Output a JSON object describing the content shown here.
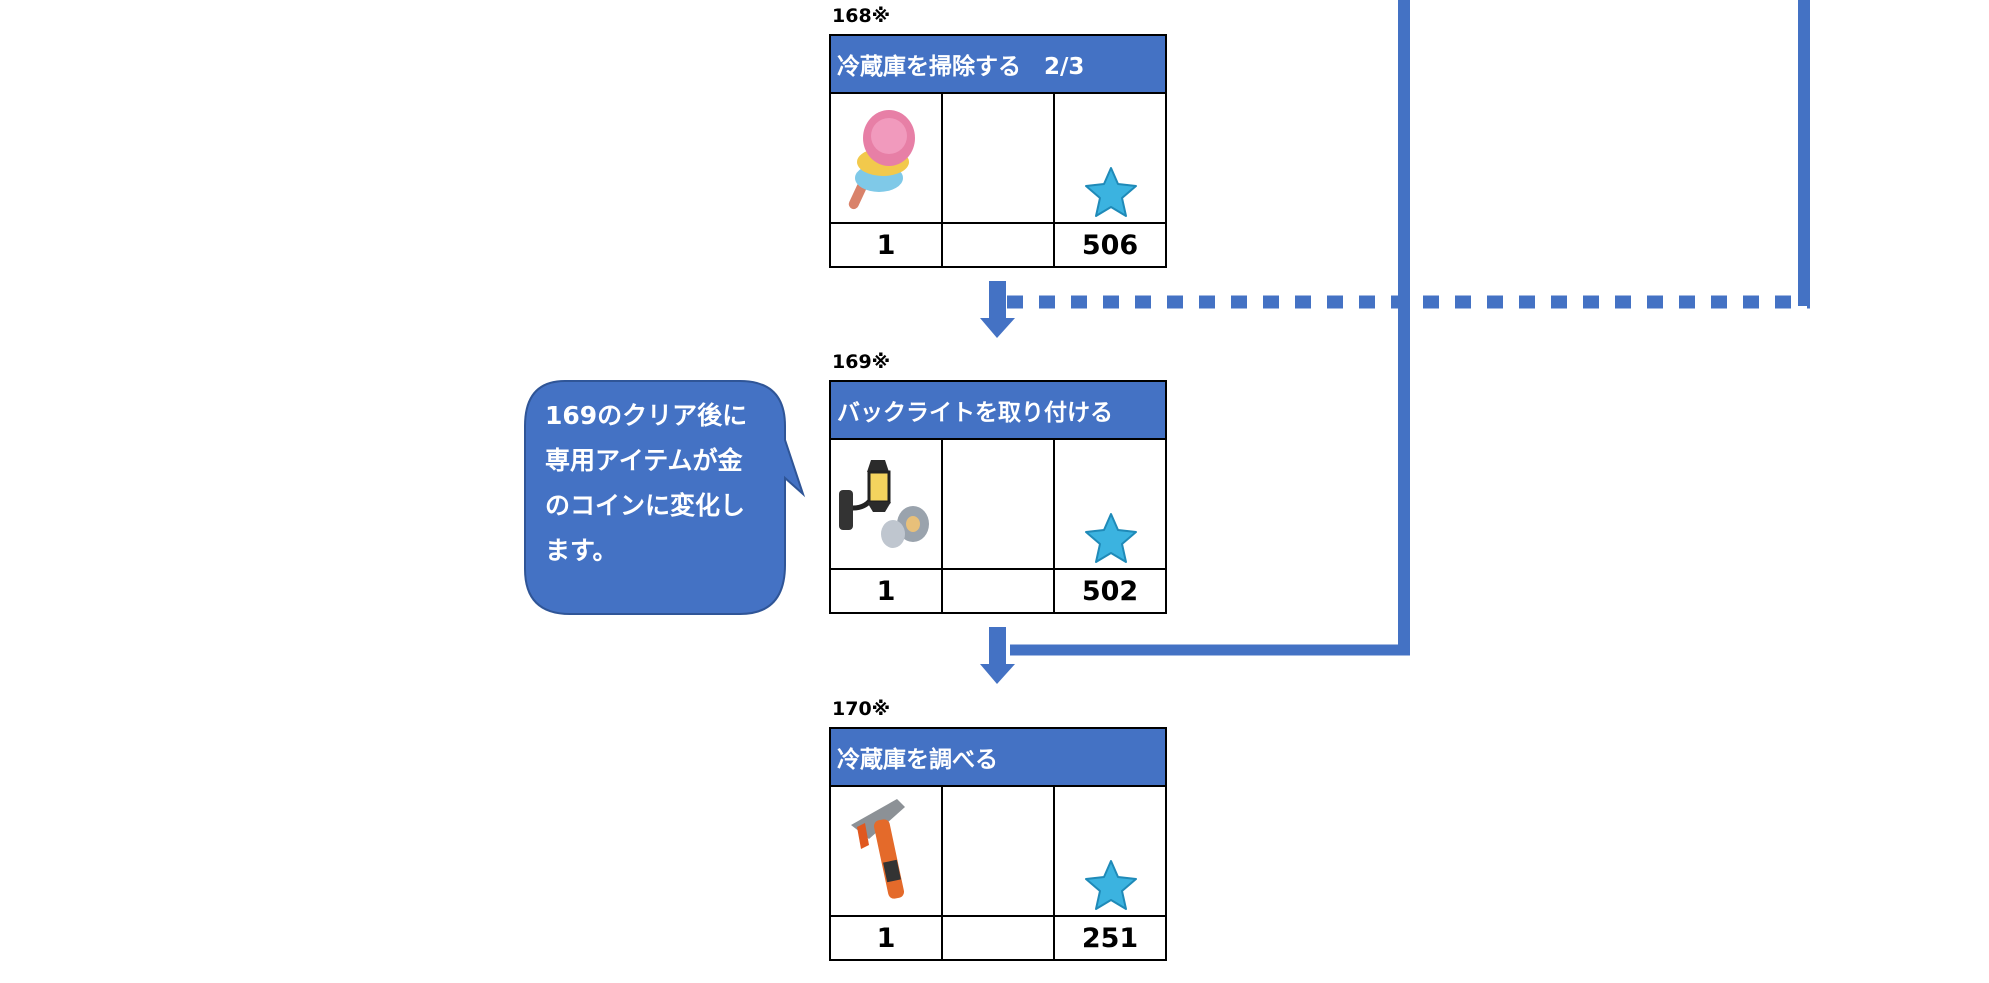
{
  "tasks": [
    {
      "id": "168※",
      "title": "冷蔵庫を掃除する　2/3",
      "item": "feather-duster-icon",
      "count": "1",
      "reward": "506",
      "reward_icon": "blue-star-icon"
    },
    {
      "id": "169※",
      "title": "バックライトを取り付ける",
      "item": "wall-lantern-icon",
      "count": "1",
      "reward": "502",
      "reward_icon": "blue-star-icon"
    },
    {
      "id": "170※",
      "title": "冷蔵庫を調べる",
      "item": "hammer-icon",
      "count": "1",
      "reward": "251",
      "reward_icon": "blue-star-icon"
    }
  ],
  "callout": {
    "text": "169のクリア後に\n専用アイテムが金\nのコインに変化し\nます。"
  },
  "colors": {
    "accent": "#4472c4",
    "star": "#3bb3e0",
    "callout_border": "#2f5597"
  }
}
